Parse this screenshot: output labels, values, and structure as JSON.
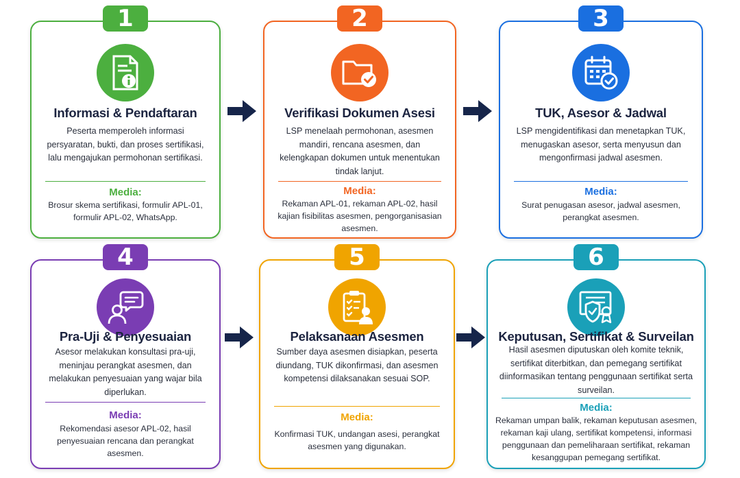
{
  "steps": [
    {
      "number": "1",
      "title": "Informasi & Pendaftaran",
      "description": "Peserta memperoleh informasi persyaratan, bukti, dan proses sertifikasi, lalu mengajukan permohonan sertifikasi.",
      "media_label": "Media:",
      "media_text": "Brosur skema sertifikasi, formulir APL-01, formulir APL-02, WhatsApp.",
      "color": "#4caf3f",
      "icon": "document-info-icon"
    },
    {
      "number": "2",
      "title": "Verifikasi Dokumen Asesi",
      "description": "LSP menelaah permohonan, asesmen mandiri, rencana asesmen, dan kelengkapan dokumen untuk menentukan tindak lanjut.",
      "media_label": "Media:",
      "media_text": "Rekaman APL-01, rekaman APL-02, hasil kajian fisibilitas asesmen, pengorganisasian asesmen.",
      "color": "#f26522",
      "icon": "folder-check-icon"
    },
    {
      "number": "3",
      "title": "TUK, Asesor & Jadwal",
      "description": "LSP mengidentifikasi dan menetapkan TUK, menugaskan asesor, serta menyusun dan mengonfirmasi jadwal asesmen.",
      "media_label": "Media:",
      "media_text": "Surat penugasan asesor, jadwal asesmen, perangkat asesmen.",
      "color": "#1a6fe0",
      "icon": "calendar-check-icon"
    },
    {
      "number": "4",
      "title": "Pra-Uji & Penyesuaian",
      "description": "Asesor melakukan konsultasi pra-uji, meninjau perangkat asesmen, dan melakukan penyesuaian yang wajar bila diperlukan.",
      "media_label": "Media:",
      "media_text": "Rekomendasi asesor APL-02, hasil penyesuaian rencana dan perangkat asesmen.",
      "color": "#7a3db3",
      "icon": "person-chat-icon"
    },
    {
      "number": "5",
      "title": "Pelaksanaan Asesmen",
      "description": "Sumber daya asesmen disiapkan, peserta diundang, TUK dikonfirmasi, dan asesmen kompetensi dilaksanakan sesuai SOP.",
      "media_label": "Media:",
      "media_text": "Konfirmasi TUK, undangan asesi, perangkat asesmen yang digunakan.",
      "color": "#f0a400",
      "icon": "clipboard-person-icon"
    },
    {
      "number": "6",
      "title": "Keputusan, Sertifikat & Surveilan",
      "description": "Hasil asesmen diputuskan oleh komite teknik, sertifikat diterbitkan, dan pemegang sertifikat diinformasikan tentang penggunaan sertifikat serta surveilan.",
      "media_label": "Media:",
      "media_text": "Rekaman umpan balik, rekaman keputusan asesmen, rekaman kaji ulang, sertifikat kompetensi, informasi penggunaan dan pemeliharaan sertifikat, rekaman kesanggupan pemegang sertifikat.",
      "color": "#1aa0b8",
      "icon": "certificate-shield-icon"
    }
  ],
  "arrow_color": "#16254a"
}
